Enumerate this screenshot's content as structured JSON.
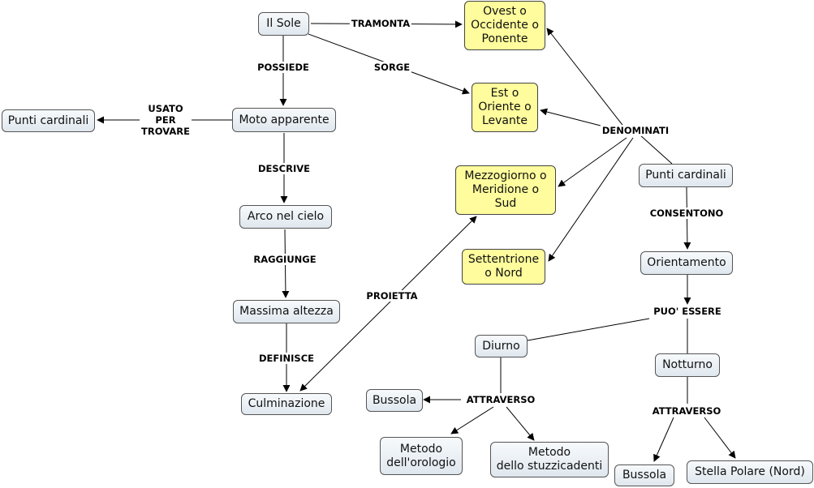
{
  "nodes": {
    "il_sole": "Il Sole",
    "ovest": "Ovest o\nOccidente o\nPonente",
    "est": "Est o\nOriente o\nLevante",
    "punti_cardinali_left": "Punti cardinali",
    "moto_apparente": "Moto apparente",
    "mezzogiorno": "Mezzogiorno o\nMeridione o\nSud",
    "punti_cardinali_right": "Punti cardinali",
    "arco": "Arco nel cielo",
    "settentrione": "Settentrione\no Nord",
    "orientamento": "Orientamento",
    "massima": "Massima altezza",
    "diurno": "Diurno",
    "notturno": "Notturno",
    "culminazione": "Culminazione",
    "bussola_left": "Bussola",
    "metodo_orologio": "Metodo\ndell'orologio",
    "metodo_stuzzicadenti": "Metodo\ndello stuzzicadenti",
    "bussola_right": "Bussola",
    "stella_polare": "Stella Polare (Nord)"
  },
  "links": {
    "tramonta": "TRAMONTA",
    "sorge": "SORGE",
    "possiede": "POSSIEDE",
    "usato_per_trovare": "USATO\nPER\nTROVARE",
    "denominati": "DENOMINATI",
    "descrive": "DESCRIVE",
    "consentono": "CONSENTONO",
    "raggiunge": "RAGGIUNGE",
    "proietta": "PROIETTA",
    "puo_essere": "PUO' ESSERE",
    "definisce": "DEFINISCE",
    "attraverso_left": "ATTRAVERSO",
    "attraverso_right": "ATTRAVERSO"
  },
  "colors": {
    "concept_fill_top": "#f7fafc",
    "concept_fill_bottom": "#dfe7ee",
    "highlight_fill": "#fefc9c",
    "line": "#000000"
  }
}
